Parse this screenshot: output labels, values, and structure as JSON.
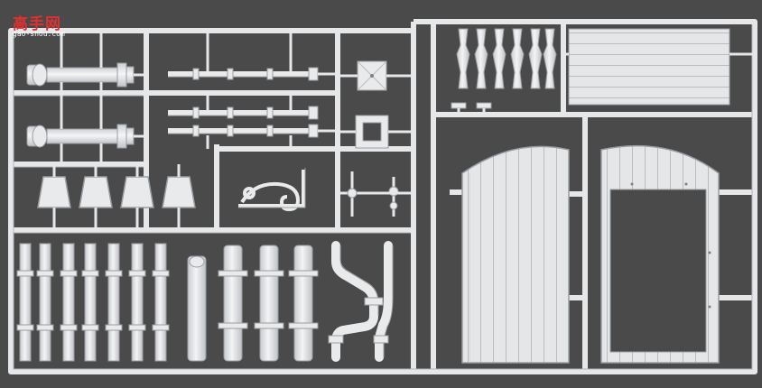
{
  "image": {
    "subject": "model-kit-sprue",
    "colors": {
      "background": "#4a4a4a",
      "plastic": "#e9eaeb",
      "plastic_shade": "#c7c9cc",
      "plastic_edge": "#9a9da1"
    }
  },
  "watermark": {
    "title": "高手网",
    "url": "gao-shou.com",
    "colors": {
      "title": "#e03030",
      "url": "#ffffff"
    }
  }
}
